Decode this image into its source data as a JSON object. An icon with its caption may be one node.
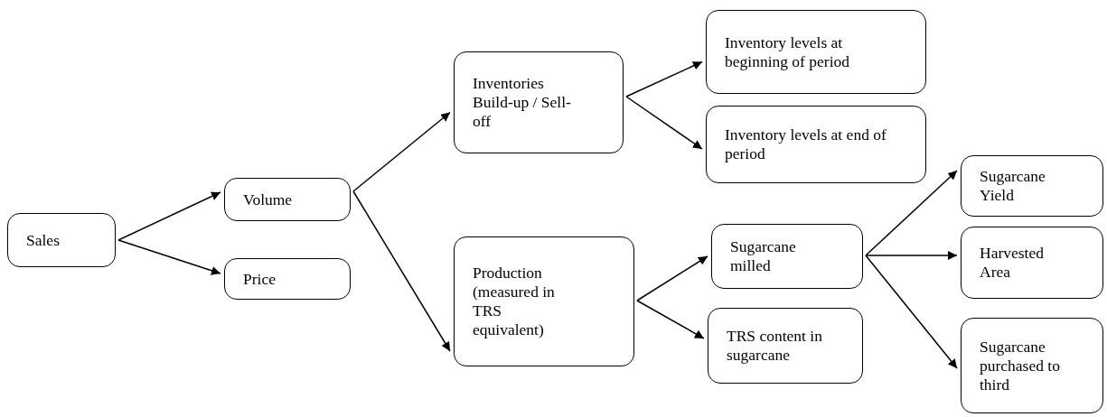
{
  "diagram": {
    "nodes": [
      {
        "text": [
          "Sales"
        ]
      },
      {
        "text": [
          "Volume"
        ]
      },
      {
        "text": [
          "Price"
        ]
      },
      {
        "text": [
          "Inventories Build-up / Sell-off"
        ]
      },
      {
        "text": [
          "Inventory levels at beginning of period"
        ]
      },
      {
        "text": [
          "Inventory levels at end of period"
        ]
      },
      {
        "text": [
          "Production (measured in TRS equivalent)"
        ]
      },
      {
        "text": [
          "Sugarcane milled"
        ]
      },
      {
        "text": [
          "TRS content in sugarcane"
        ]
      },
      {
        "text": [
          "Sugarcane Yield"
        ]
      },
      {
        "text": [
          "Harvested Area"
        ]
      },
      {
        "text": [
          "Sugarcane purchased to third"
        ]
      }
    ],
    "edges": [
      {
        "from": 0,
        "to": 1,
        "arrow": "to"
      },
      {
        "from": 0,
        "to": 2,
        "arrow": "to"
      },
      {
        "from": 1,
        "to": 3,
        "arrow": "to"
      },
      {
        "from": 1,
        "to": 6,
        "arrow": "to"
      },
      {
        "from": 3,
        "to": 4,
        "arrow": "to"
      },
      {
        "from": 3,
        "to": 5,
        "arrow": "to"
      },
      {
        "from": 6,
        "to": 7,
        "arrow": "to"
      },
      {
        "from": 6,
        "to": 8,
        "arrow": "to"
      },
      {
        "from": 7,
        "to": 9,
        "arrow": "to"
      },
      {
        "from": 7,
        "to": 10,
        "arrow": "to"
      },
      {
        "from": 7,
        "to": 11,
        "arrow": "to"
      }
    ]
  }
}
